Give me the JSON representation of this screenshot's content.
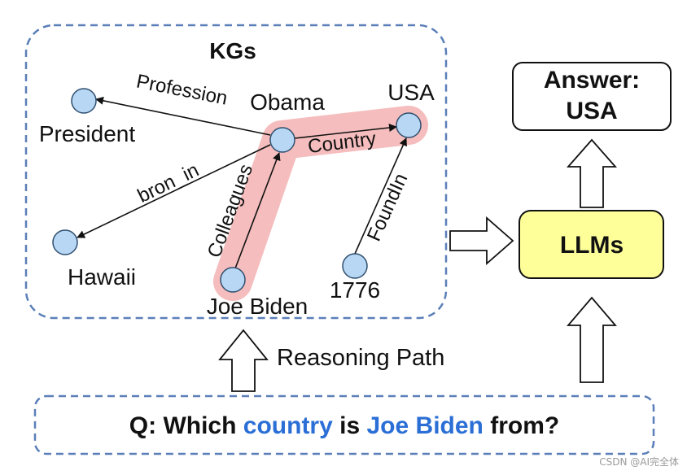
{
  "kg_panel": {
    "title": "KGs"
  },
  "nodes": {
    "president": "President",
    "obama": "Obama",
    "usa": "USA",
    "hawaii": "Hawaii",
    "joe_biden": "Joe Biden",
    "y1776": "1776"
  },
  "edges": {
    "profession": "Profession",
    "country": "Country",
    "born_in": "bron_in",
    "colleagues": "Colleagues",
    "found_in": "FoundIn"
  },
  "answer_box": {
    "line1": "Answer:",
    "line2": "USA"
  },
  "llm_box": {
    "label": "LLMs"
  },
  "reasoning_path": {
    "label": "Reasoning Path"
  },
  "question": {
    "prefix": "Q: Which ",
    "highlight1": "country",
    "middle": " is ",
    "highlight2": "Joe Biden",
    "suffix": " from?"
  },
  "watermark": "CSDN @AI完全体",
  "colors": {
    "node_fill": "#b7d7f4",
    "node_stroke": "#2f4f6f",
    "dashed_border": "#5b7fb8",
    "path_highlight": "#f4b6b6",
    "llm_fill": "#ffff99",
    "question_highlight": "#2b6fd6"
  }
}
